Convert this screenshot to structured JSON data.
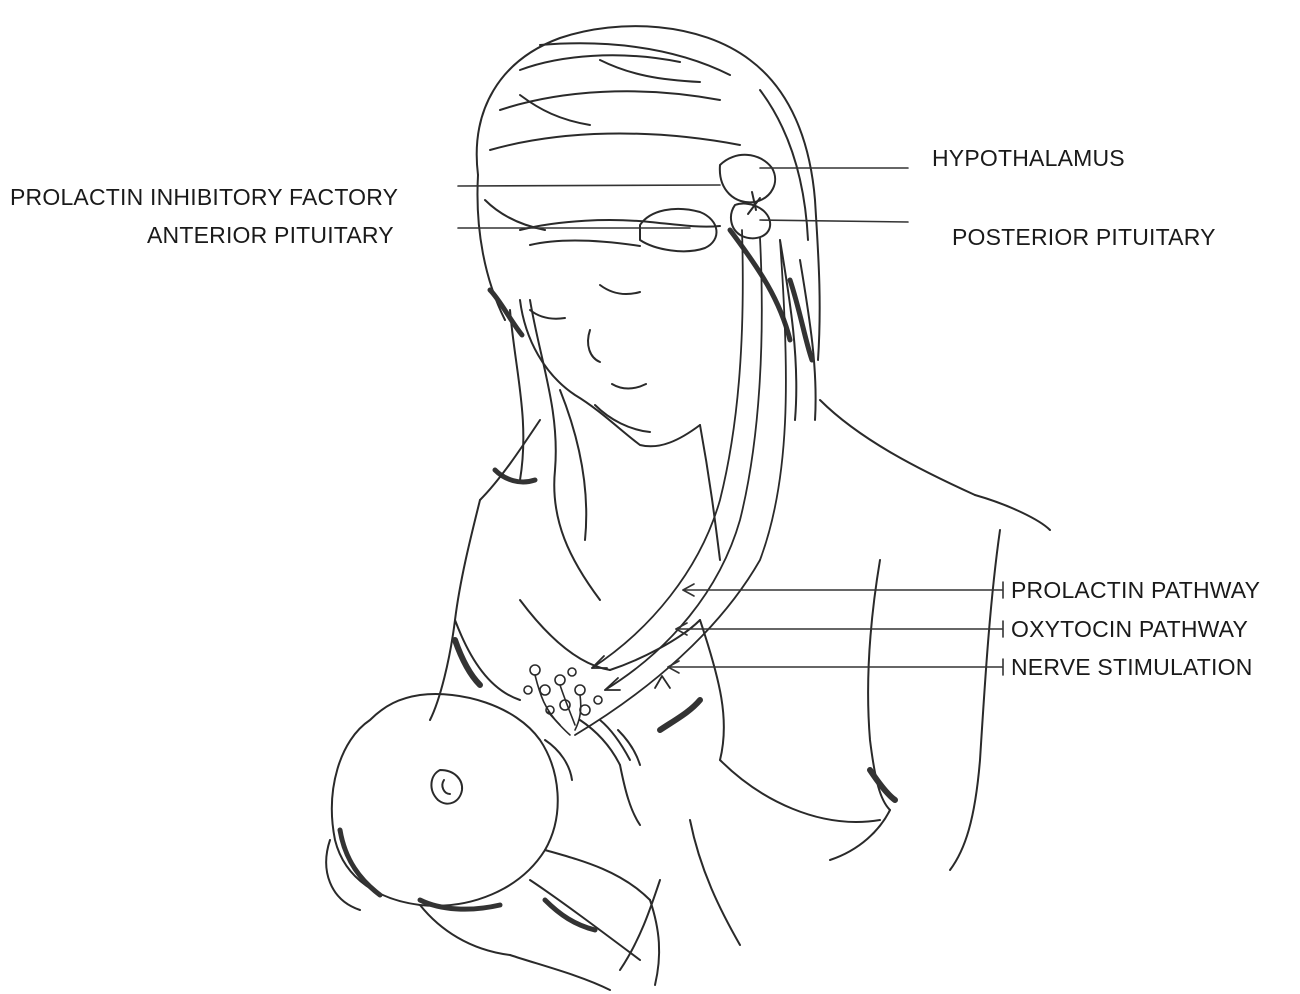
{
  "labels": {
    "hypothalamus": "HYPOTHALAMUS",
    "prolactin_inhibitory_factory": "PROLACTIN INHIBITORY FACTORY",
    "anterior_pituitary": "ANTERIOR PITUITARY",
    "posterior_pituitary": "POSTERIOR PITUITARY",
    "prolactin_pathway": "PROLACTIN PATHWAY",
    "oxytocin_pathway": "OXYTOCIN PATHWAY",
    "nerve_stimulation": "NERVE STIMULATION"
  },
  "colors": {
    "ink": "#1a1a1a",
    "shadow": "#3a3a3a",
    "paper": "#ffffff"
  }
}
